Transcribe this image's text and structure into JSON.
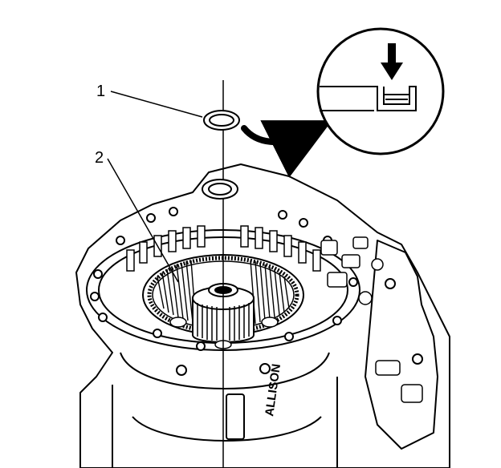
{
  "callouts": [
    {
      "id": "1",
      "label": "1"
    },
    {
      "id": "2",
      "label": "2"
    }
  ],
  "case_marking": "ALLISON",
  "colors": {
    "ink": "#000000",
    "paper": "#ffffff"
  },
  "icons": {
    "detail_arrow": "down-arrow-icon",
    "motion_arrow": "curved-arrow-icon"
  }
}
